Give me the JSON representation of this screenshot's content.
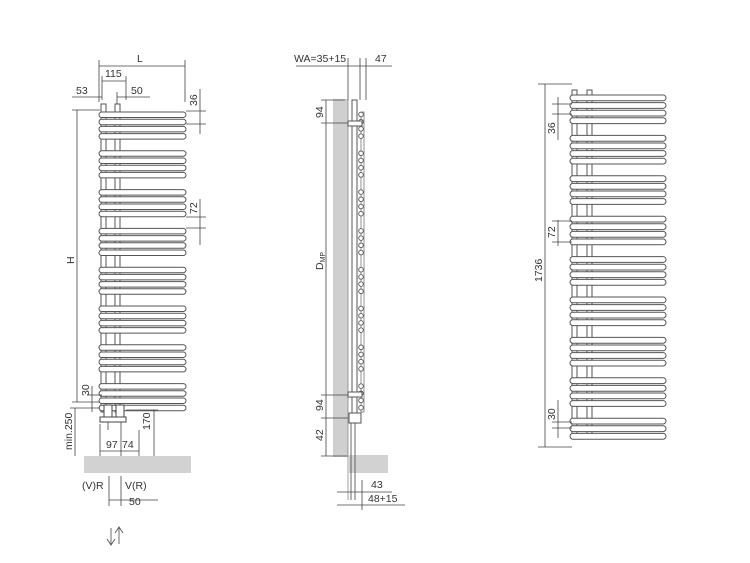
{
  "front_view": {
    "L": "L",
    "d115": "115",
    "d53": "53",
    "d50": "50",
    "d36": "36",
    "d72": "72",
    "H": "H",
    "d30": "30",
    "min250": "min.250",
    "d170": "170",
    "d97": "97",
    "d74": "74",
    "VR": "(V)R",
    "RV": "V(R)",
    "d50b": "50"
  },
  "side_view": {
    "WA": "WA=35+15",
    "d47": "47",
    "d94top": "94",
    "Dmp_main": "D",
    "Dmp_sub": "MP",
    "d94bot": "94",
    "d42": "42",
    "d43": "43",
    "d48": "48+15"
  },
  "back_view": {
    "d36": "36",
    "d72": "72",
    "d1736": "1736",
    "d30": "30"
  },
  "colors": {
    "line": "#444444",
    "floor": "#d2d2d2",
    "wall": "#cfcfcf",
    "pipe": "#555555"
  }
}
